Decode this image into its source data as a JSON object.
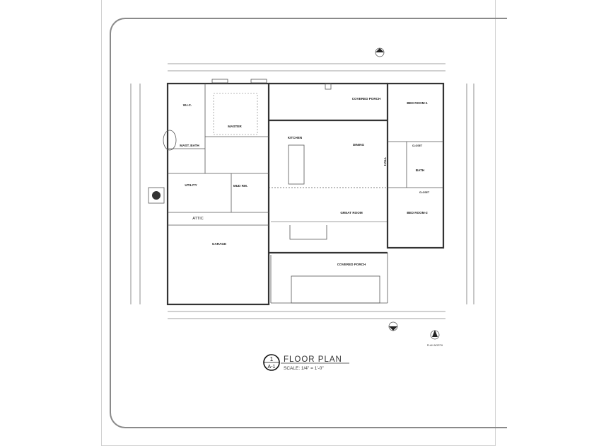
{
  "title_block": {
    "detail_number": "1",
    "sheet_number": "A-1",
    "title": "FLOOR PLAN",
    "scale": "SCALE: 1/4\" = 1'-0\""
  },
  "north_arrow": {
    "label": "PLAN NORTH",
    "icon": "north-arrow-icon"
  },
  "rooms": {
    "wic": "W.I.C.",
    "master": "MASTER",
    "mast_bath": "MAST. BATH",
    "kitchen": "KITCHEN",
    "dining": "DINING",
    "covered_porch_rear": "COVERED PORCH",
    "bed_room_1": "BED ROOM-1",
    "bath": "BATH",
    "hall": "HALL",
    "utility": "UTILITY",
    "mud_rm": "MUD RM.",
    "great_room": "GREAT ROOM",
    "bed_room_2": "BED ROOM-2",
    "garage": "GARAGE",
    "covered_porch_front": "COVERED PORCH",
    "attic": "ATTIC",
    "closet_1": "CLOSET",
    "closet_2": "CLOSET"
  }
}
